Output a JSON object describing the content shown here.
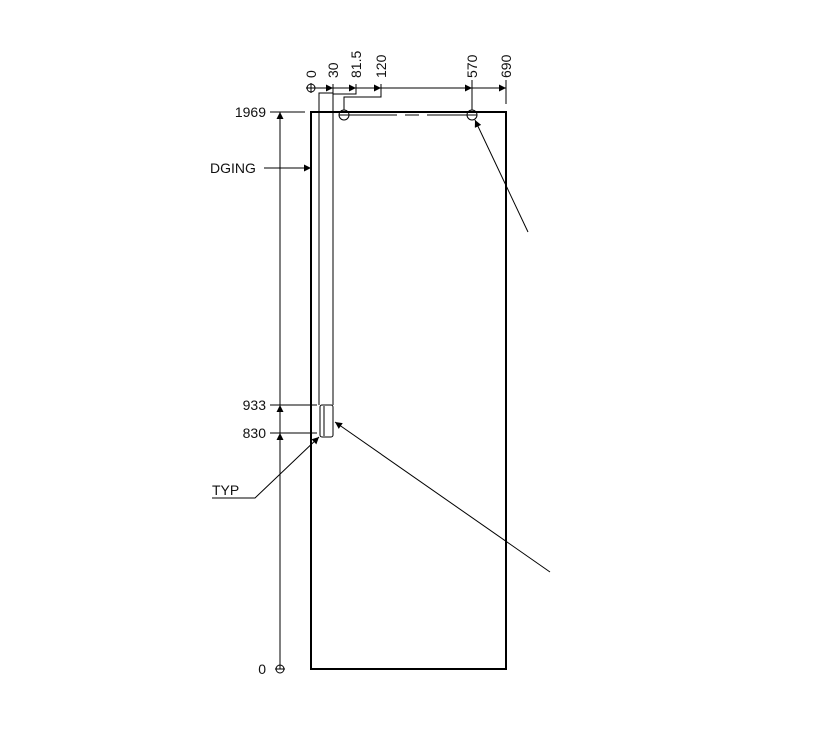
{
  "drawing": {
    "top_dimensions": [
      "0",
      "30",
      "81.5",
      "120",
      "570",
      "690"
    ],
    "side_dimensions": [
      "1969",
      "933",
      "830",
      "0"
    ],
    "labels": {
      "edging": "DGING",
      "typ": "TYP"
    }
  }
}
